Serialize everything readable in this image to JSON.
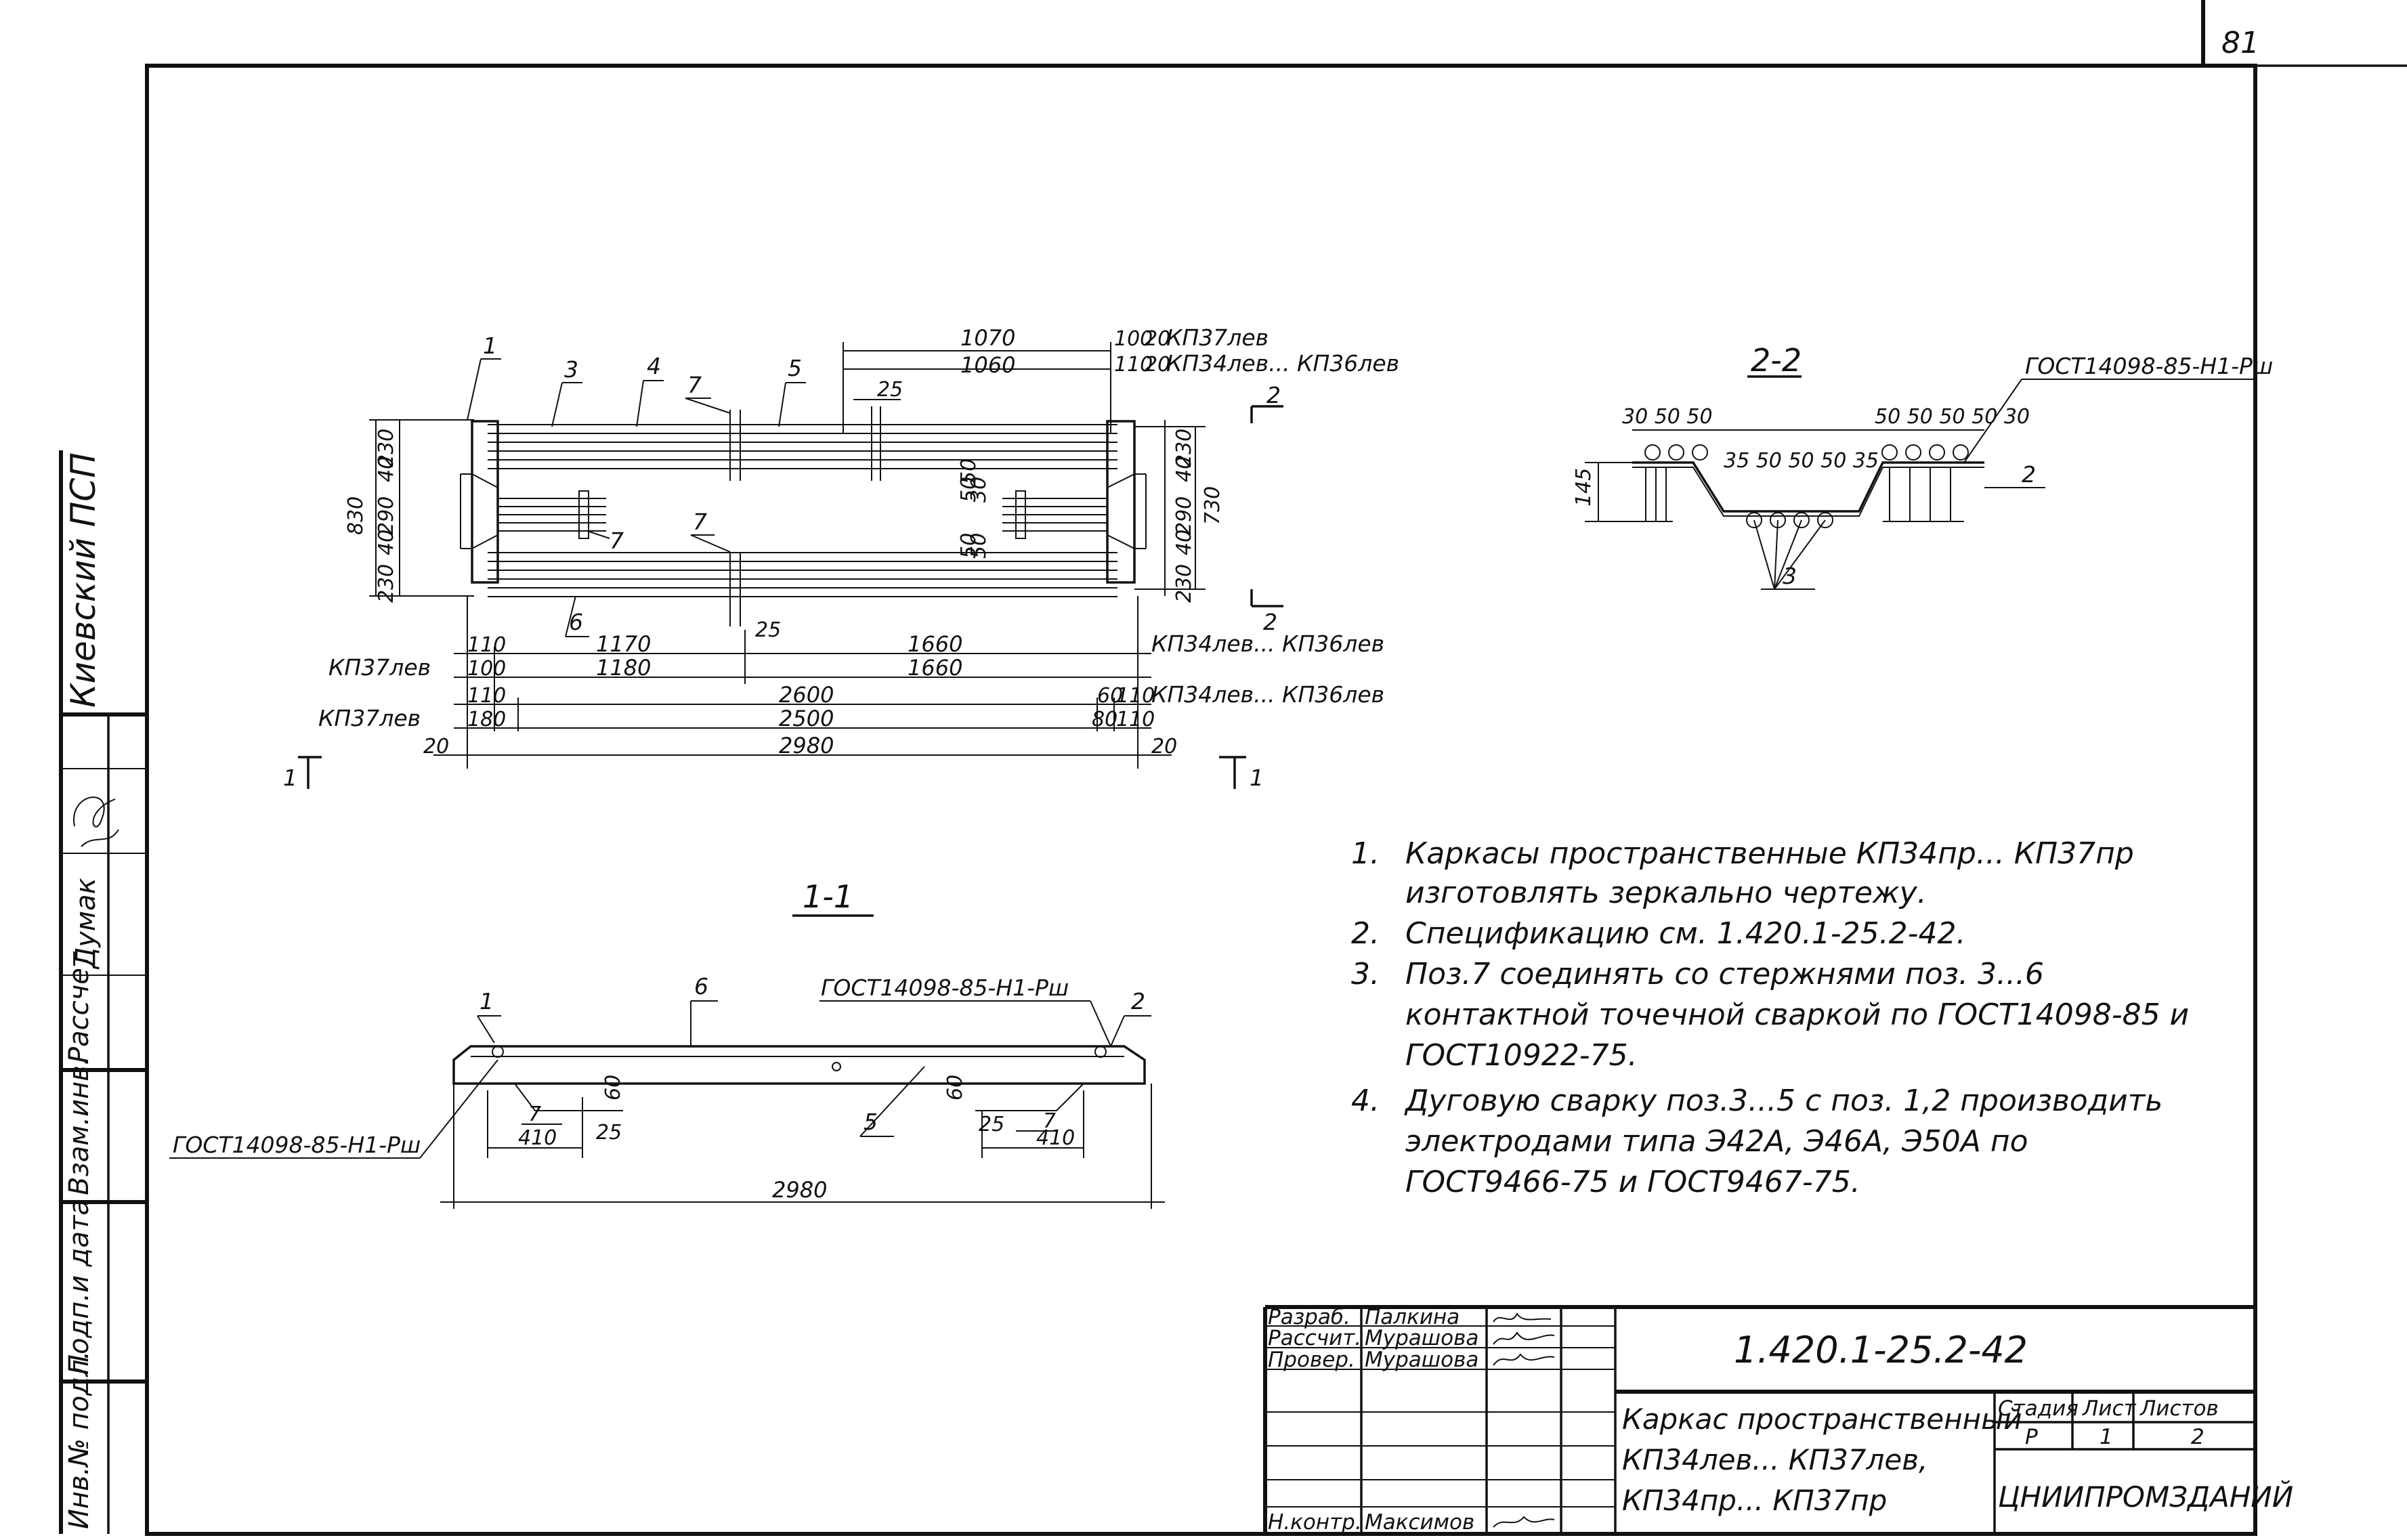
{
  "sheet": {
    "page_number": "81",
    "org_vertical": "Киевский ПСП"
  },
  "left_stamp": {
    "rows": [
      "Рассчет",
      "Взам.инв.",
      "Подп.и дата",
      "Инв.№ подл."
    ],
    "signature_name": "Думак"
  },
  "plan_view": {
    "callouts": [
      "1",
      "3",
      "4",
      "7",
      "5",
      "7",
      "6",
      "7"
    ],
    "top_dims": {
      "d1070": "1070",
      "d1060": "1060",
      "d100": "100",
      "d20a": "20",
      "d110": "110",
      "d20b": "20",
      "note_kp37": "КП37лев",
      "note_kp34": "КП34лев... КП36лев",
      "d25": "25"
    },
    "left_dims": {
      "d830": "830",
      "d230a": "230",
      "d40a": "40",
      "d290": "290",
      "d40b": "40",
      "d230b": "230"
    },
    "right_dims": {
      "d730": "730",
      "d230a": "230",
      "d40a": "40",
      "d290": "290",
      "d40b": "40",
      "d230b": "230"
    },
    "mid_dims": {
      "d50a": "50",
      "d50b": "50",
      "d30": "30",
      "d50c": "50",
      "d50d": "50"
    },
    "bottom_dims": {
      "d25": "25",
      "d110a": "110",
      "d1170": "1170",
      "d1660a": "1660",
      "kp34a": "КП34лев... КП36лев",
      "kp37a": "КП37лев",
      "d100": "100",
      "d1180": "1180",
      "d1660b": "1660",
      "d110b": "110",
      "d2600": "2600",
      "d60": "60",
      "d110c": "110",
      "kp34b": "КП34лев... КП36лев",
      "kp37b": "КП37лев",
      "d180": "180",
      "d2500": "2500",
      "d80": "80",
      "d110d": "110",
      "d20a": "20",
      "d2980": "2980",
      "d20b": "20"
    },
    "section_marks": {
      "s1l": "1",
      "s1r": "1",
      "s2t": "2",
      "s2b": "2"
    }
  },
  "section_2_2": {
    "title": "2-2",
    "gost": "ГОСТ14098-85-Н1-Рш",
    "dims_left": "30 50 50",
    "dims_mid": "35 50 50 50 35",
    "dims_right": "50 50 50 50 30",
    "d145": "145",
    "callout_2": "2",
    "callout_3": "3"
  },
  "section_1_1": {
    "title": "1-1",
    "callout_1": "1",
    "callout_6": "6",
    "callout_2": "2",
    "callout_5": "5",
    "gost_top": "ГОСТ14098-85-Н1-Рш",
    "gost_left": "ГОСТ14098-85-Н1-Рш",
    "left_dims": {
      "d60": "60",
      "d7": "7",
      "d25": "25",
      "d410": "410"
    },
    "right_dims": {
      "d60": "60",
      "d25": "25",
      "d7": "7",
      "d410": "410"
    },
    "d2980": "2980"
  },
  "notes": [
    {
      "num": "1.",
      "lines": [
        "Каркасы пространственные КП34пр... КП37пр",
        "изготовлять зеркально чертежу."
      ]
    },
    {
      "num": "2.",
      "lines": [
        "Спецификацию см. 1.420.1-25.2-42."
      ]
    },
    {
      "num": "3.",
      "lines": [
        "Поз.7 соединять со стержнями поз. 3...6",
        "контактной точечной сваркой по ГОСТ14098-85 и",
        "ГОСТ10922-75."
      ]
    },
    {
      "num": "4.",
      "lines": [
        "Дуговую сварку поз.3...5 с поз. 1,2 производить",
        "электродами типа Э42А, Э46А, Э50А по",
        "ГОСТ9466-75 и ГОСТ9467-75."
      ]
    }
  ],
  "title_block": {
    "designation": "1.420.1-25.2-42",
    "roles": [
      {
        "role": "Разраб.",
        "name": "Палкина"
      },
      {
        "role": "Рассчит.",
        "name": "Мурашова"
      },
      {
        "role": "Провер.",
        "name": "Мурашова"
      },
      {
        "role": "Н.контр.",
        "name": "Максимов"
      }
    ],
    "description": [
      "Каркас пространственный",
      "КП34лев... КП37лев,",
      "КП34пр... КП37пр"
    ],
    "stage_label": "Стадия",
    "sheet_label": "Лист",
    "sheets_label": "Листов",
    "stage": "Р",
    "sheet": "1",
    "sheets": "2",
    "organization": "ЦНИИПРОМЗДАНИЙ"
  }
}
